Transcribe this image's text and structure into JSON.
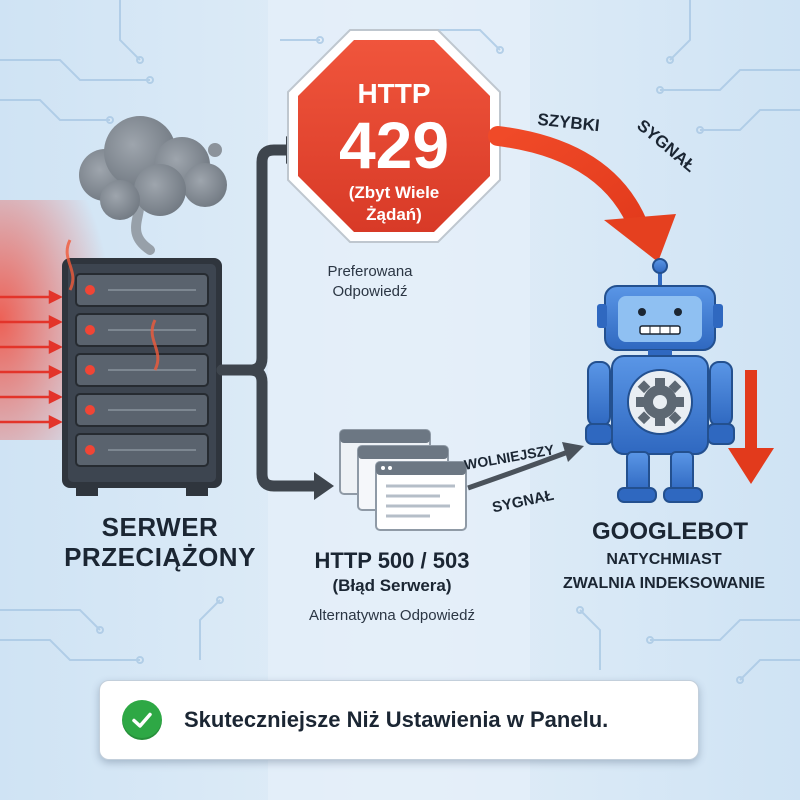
{
  "colors": {
    "background": "#d6e8f6",
    "stop_red": "#e8452f",
    "arrow_red": "#ea4a26",
    "robot_blue": "#3a7bd5",
    "server_dark": "#3d4550",
    "success_green": "#2ea845"
  },
  "server": {
    "title_line1": "SERWER",
    "title_line2": "PRZECIĄŻONY"
  },
  "stop_sign": {
    "line1": "HTTP",
    "code": "429",
    "desc_line1": "(Zbyt Wiele",
    "desc_line2": "Żądań)"
  },
  "preferred": {
    "line1": "Preferowana",
    "line2": "Odpowiedź"
  },
  "fast_signal": {
    "word1": "SZYBKI",
    "word2": "SYGNAŁ"
  },
  "slow_signal": {
    "word1": "WOLNIEJSZY",
    "word2": "SYGNAŁ"
  },
  "error_response": {
    "title": "HTTP 500 / 503",
    "subtitle": "(Błąd Serwera)",
    "note": "Alternatywna Odpowiedź"
  },
  "googlebot": {
    "title": "GOOGLEBOT",
    "line1": "NATYCHMIAST",
    "line2": "ZWALNIA INDEKSOWANIE"
  },
  "banner": {
    "text": "Skuteczniejsze Niż Ustawienia w Panelu.",
    "icon": "check-circle-icon"
  }
}
